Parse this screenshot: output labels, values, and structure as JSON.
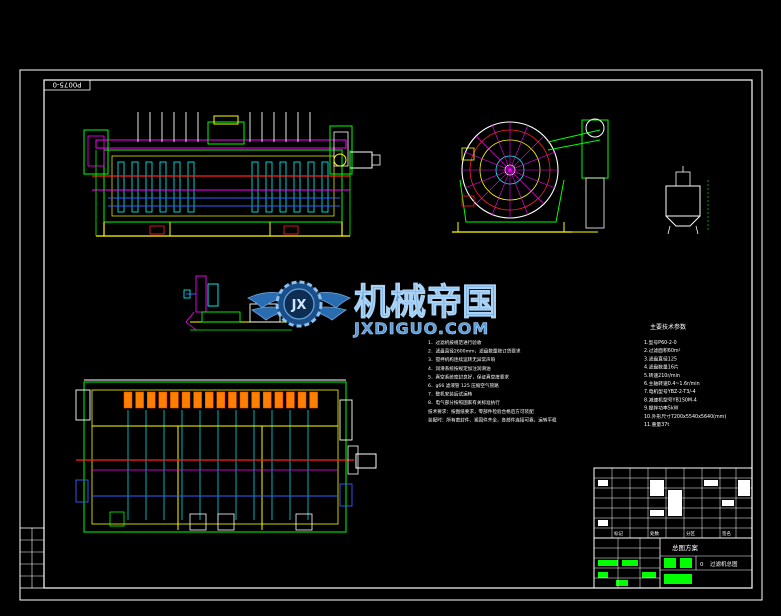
{
  "drawing_id": "P0075-0",
  "watermark": {
    "brand_cn": "机械帝国",
    "brand_en": "JXDIGUO.COM",
    "emblem": "gear-wings-emblem"
  },
  "tech_notes": {
    "lines": [
      "1．过滤机按规范进行验收",
      "2．滤盘直径2600mm，滤盘数量按订货要求",
      "3．搅拌机构连续运转无异常声响",
      "4．润滑系统按规定加注润滑油",
      "5．真空系统密封良好，保证真空度要求",
      "6．g66 滤液管 125 压缩空气管路",
      "7．整机安装后试运转",
      "8．电气部分按照国家有关标准执行",
      "技术要求：按图纸要求，零部件检验合格后方可装配",
      "装配时：所有密封件、紧固件齐全，各部件连接可靠，运转平稳"
    ]
  },
  "main_params": {
    "title": "主要技术参数",
    "items": [
      "1.型号P60-2-0",
      "2.过滤面积60m²",
      "3.滤盘直径125",
      "4.滤盘数量16片",
      "5.转速210r/min",
      "6.主轴转速0.4~1.6r/min",
      "7.电机型号YBZ-2-T3/-4",
      "8.减速机型号YB1S0M-4",
      "9.搅拌功率5kW",
      "10.外形尺寸7200x5540x5640(mm)",
      "11.重量37t"
    ]
  },
  "title_block": {
    "drawing_title": "总图方案",
    "scale_label": "0",
    "product_name": "过滤机总图",
    "col_labels": [
      "标记",
      "处数",
      "分区",
      "签名"
    ]
  },
  "colors": {
    "frame": "#ffffff",
    "green": "#00ff00",
    "yellow": "#ffff00",
    "cyan": "#00ffff",
    "magenta": "#ff00ff",
    "red": "#ff2020",
    "orange": "#ff7f00",
    "blue": "#3060ff",
    "watermark_blue": "#4a8fd0"
  }
}
